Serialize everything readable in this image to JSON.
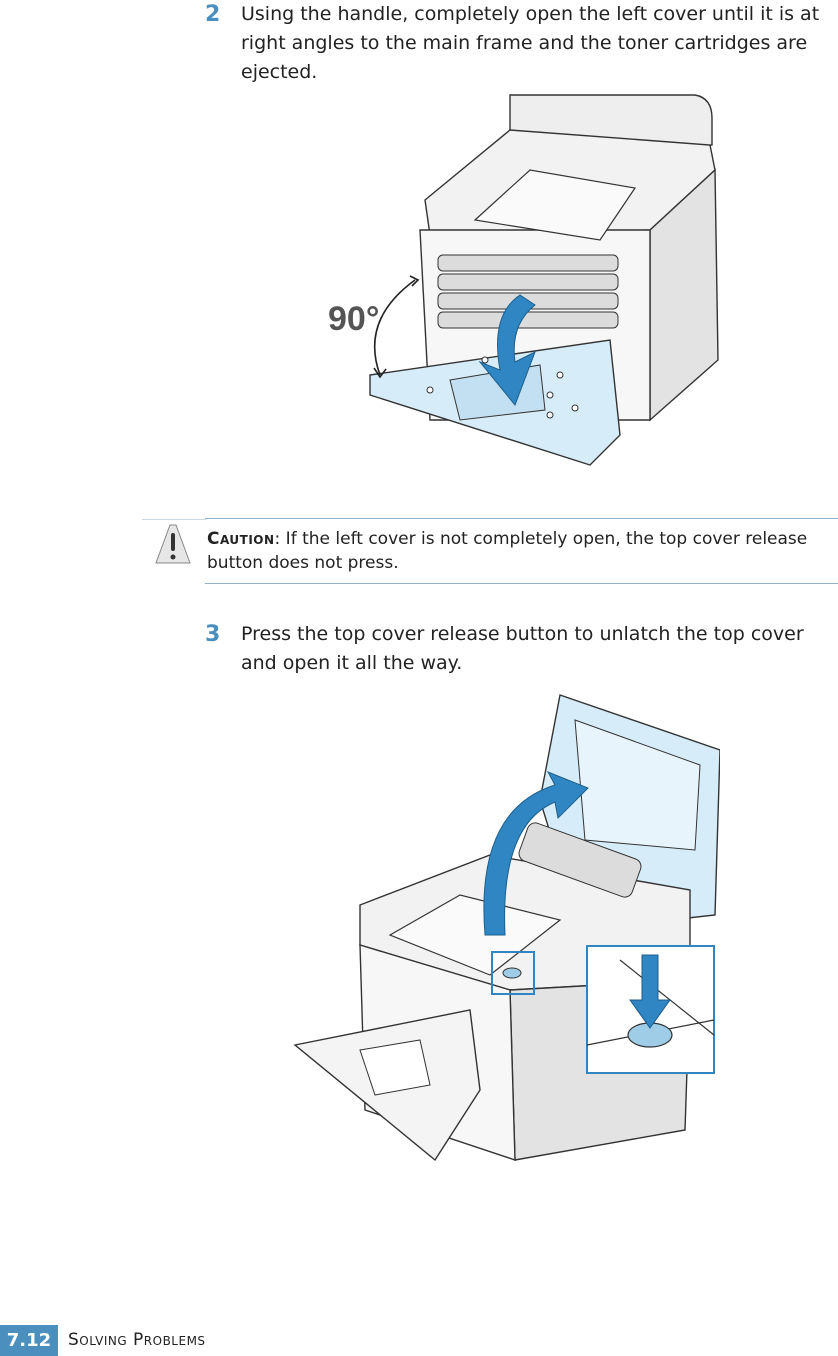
{
  "steps": [
    {
      "number": "2",
      "text": "Using the handle, completely open the left cover until it is at right angles to the main frame and the toner cartridges are ejected."
    },
    {
      "number": "3",
      "text": "Press the top cover release button to unlatch the top cover and open it all the way."
    }
  ],
  "figure1": {
    "angle_label": "90°"
  },
  "caution": {
    "label": "Caution",
    "text": ": If the left cover is not completely open, the top cover release button does not press."
  },
  "footer": {
    "page": "7.12",
    "section": "Solving Problems"
  },
  "colors": {
    "accent": "#4a8fbd",
    "cover": "#d6ecf8",
    "arrow": "#2f86c2"
  }
}
